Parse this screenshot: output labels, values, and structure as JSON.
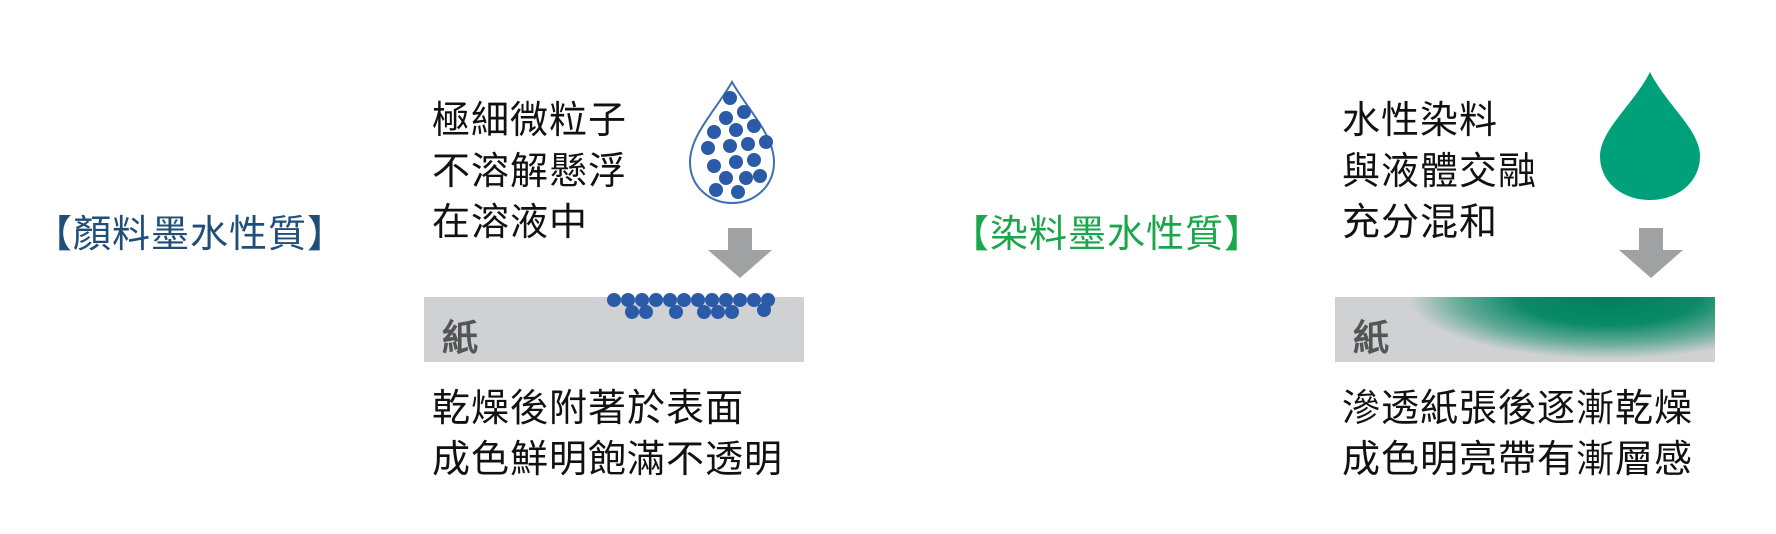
{
  "pigment": {
    "title": "【顏料墨水性質】",
    "title_color": "#1f4e79",
    "description_lines": [
      "極細微粒子",
      "不溶解懸浮",
      "在溶液中"
    ],
    "paper_label": "紙",
    "result_lines": [
      "乾燥後附著於表面",
      "成色鮮明飽滿不透明"
    ],
    "dot_color": "#2b5aa8"
  },
  "dye": {
    "title": "【染料墨水性質】",
    "title_color": "#1aa64a",
    "description_lines": [
      "水性染料",
      "與液體交融",
      "充分混和"
    ],
    "paper_label": "紙",
    "result_lines": [
      "滲透紙張後逐漸乾燥",
      "成色明亮帶有漸層感"
    ],
    "drop_color": "#00a07a"
  }
}
